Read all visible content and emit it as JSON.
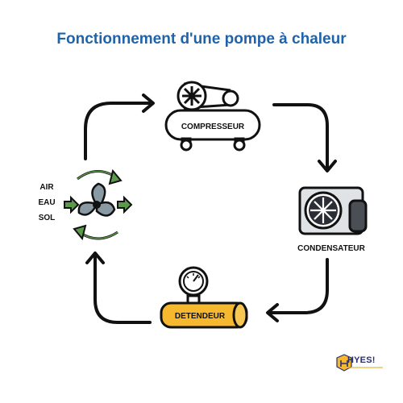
{
  "title": "Fonctionnement d'une pompe à chaleur",
  "nodes": {
    "compresseur": "COMPRESSEUR",
    "condensateur": "CONDENSATEUR",
    "detendeur": "DETENDEUR"
  },
  "sources": [
    "AIR",
    "EAU",
    "SOL"
  ],
  "logo": {
    "text": "HYES!"
  },
  "colors": {
    "title": "#2163a8",
    "detendeur_fill": "#f5b82e",
    "arrow_green": "#5a9a4a",
    "fan_fill": "#8a9aa5",
    "outline": "#111111"
  },
  "icons": {
    "compressor": "compressor-icon",
    "condenser": "condenser-unit-icon",
    "expansion_valve": "pressure-gauge-icon",
    "evaporator": "fan-icon",
    "logo": "hyes-logo"
  }
}
